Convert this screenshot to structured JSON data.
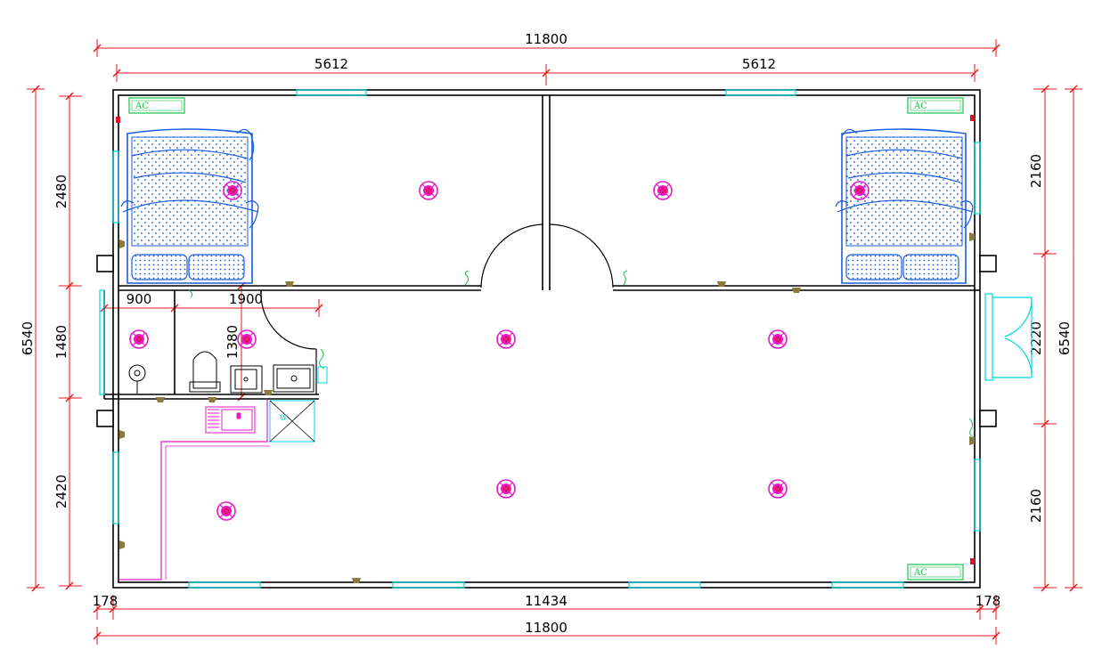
{
  "dimensions": {
    "top_total": "11800",
    "top_left": "5612",
    "top_right": "5612",
    "bottom_total": "11800",
    "bottom_inner": "11434",
    "bottom_left_offset": "178",
    "bottom_right_offset": "178",
    "left_total": "6540",
    "left_top": "2480",
    "left_mid": "1480",
    "left_bottom": "2420",
    "right_total": "6540",
    "right_top": "2160",
    "right_mid": "2220",
    "right_bottom": "2160",
    "bath_width": "900",
    "bath_length": "1900",
    "bath_height": "1380"
  },
  "labels": {
    "ac": "AC",
    "washer": "W"
  },
  "colors": {
    "dimension": "#e8141c",
    "wall": "#000000",
    "window": "#00d7e4",
    "furniture": "#1a5ce0",
    "light": "#e619c8",
    "light_core": "#e0102c",
    "ac": "#19c24a",
    "fixture": "#8a7a3c",
    "pipe": "#e619c8"
  },
  "icons": [
    "ceiling-light-icon",
    "bed-icon",
    "toilet-icon",
    "sink-icon",
    "shower-icon",
    "ac-unit-icon",
    "door-swing-icon",
    "power-socket-icon",
    "switch-icon"
  ]
}
